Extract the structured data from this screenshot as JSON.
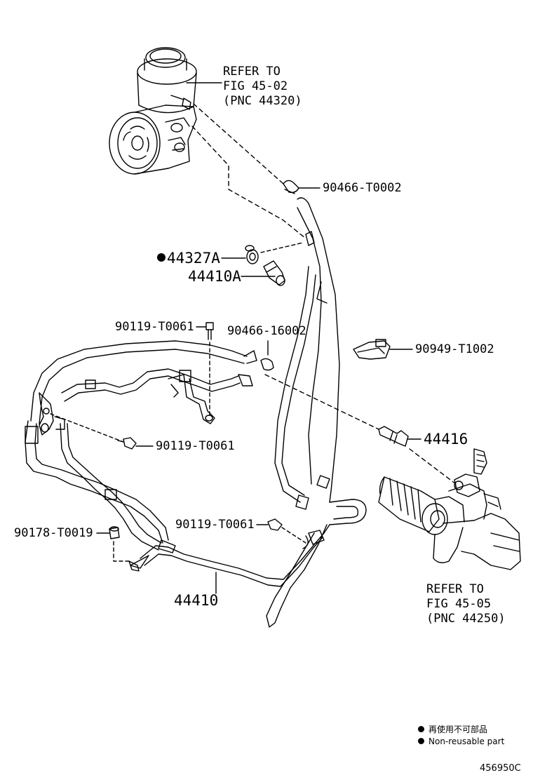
{
  "refs": {
    "pump": [
      "REFER TO",
      "FIG 45-02",
      "(PNC 44320)"
    ],
    "gear": [
      "REFER TO",
      "FIG 45-05",
      "(PNC 44250)"
    ]
  },
  "parts": {
    "clip_top": "90466-T0002",
    "gasket": "44327A",
    "union_bolt": "44410A",
    "bolt_upper": "90119-T0061",
    "clip_mid": "90466-16002",
    "clamp": "90949-T1002",
    "bolt_mid": "90119-T0061",
    "tube_44416": "44416",
    "nut": "90178-T0019",
    "bolt_lower": "90119-T0061",
    "pressure_tube": "44410"
  },
  "legend": {
    "jp": "再使用不可部品",
    "en": "Non-reusable part"
  },
  "figure_id": "456950C"
}
